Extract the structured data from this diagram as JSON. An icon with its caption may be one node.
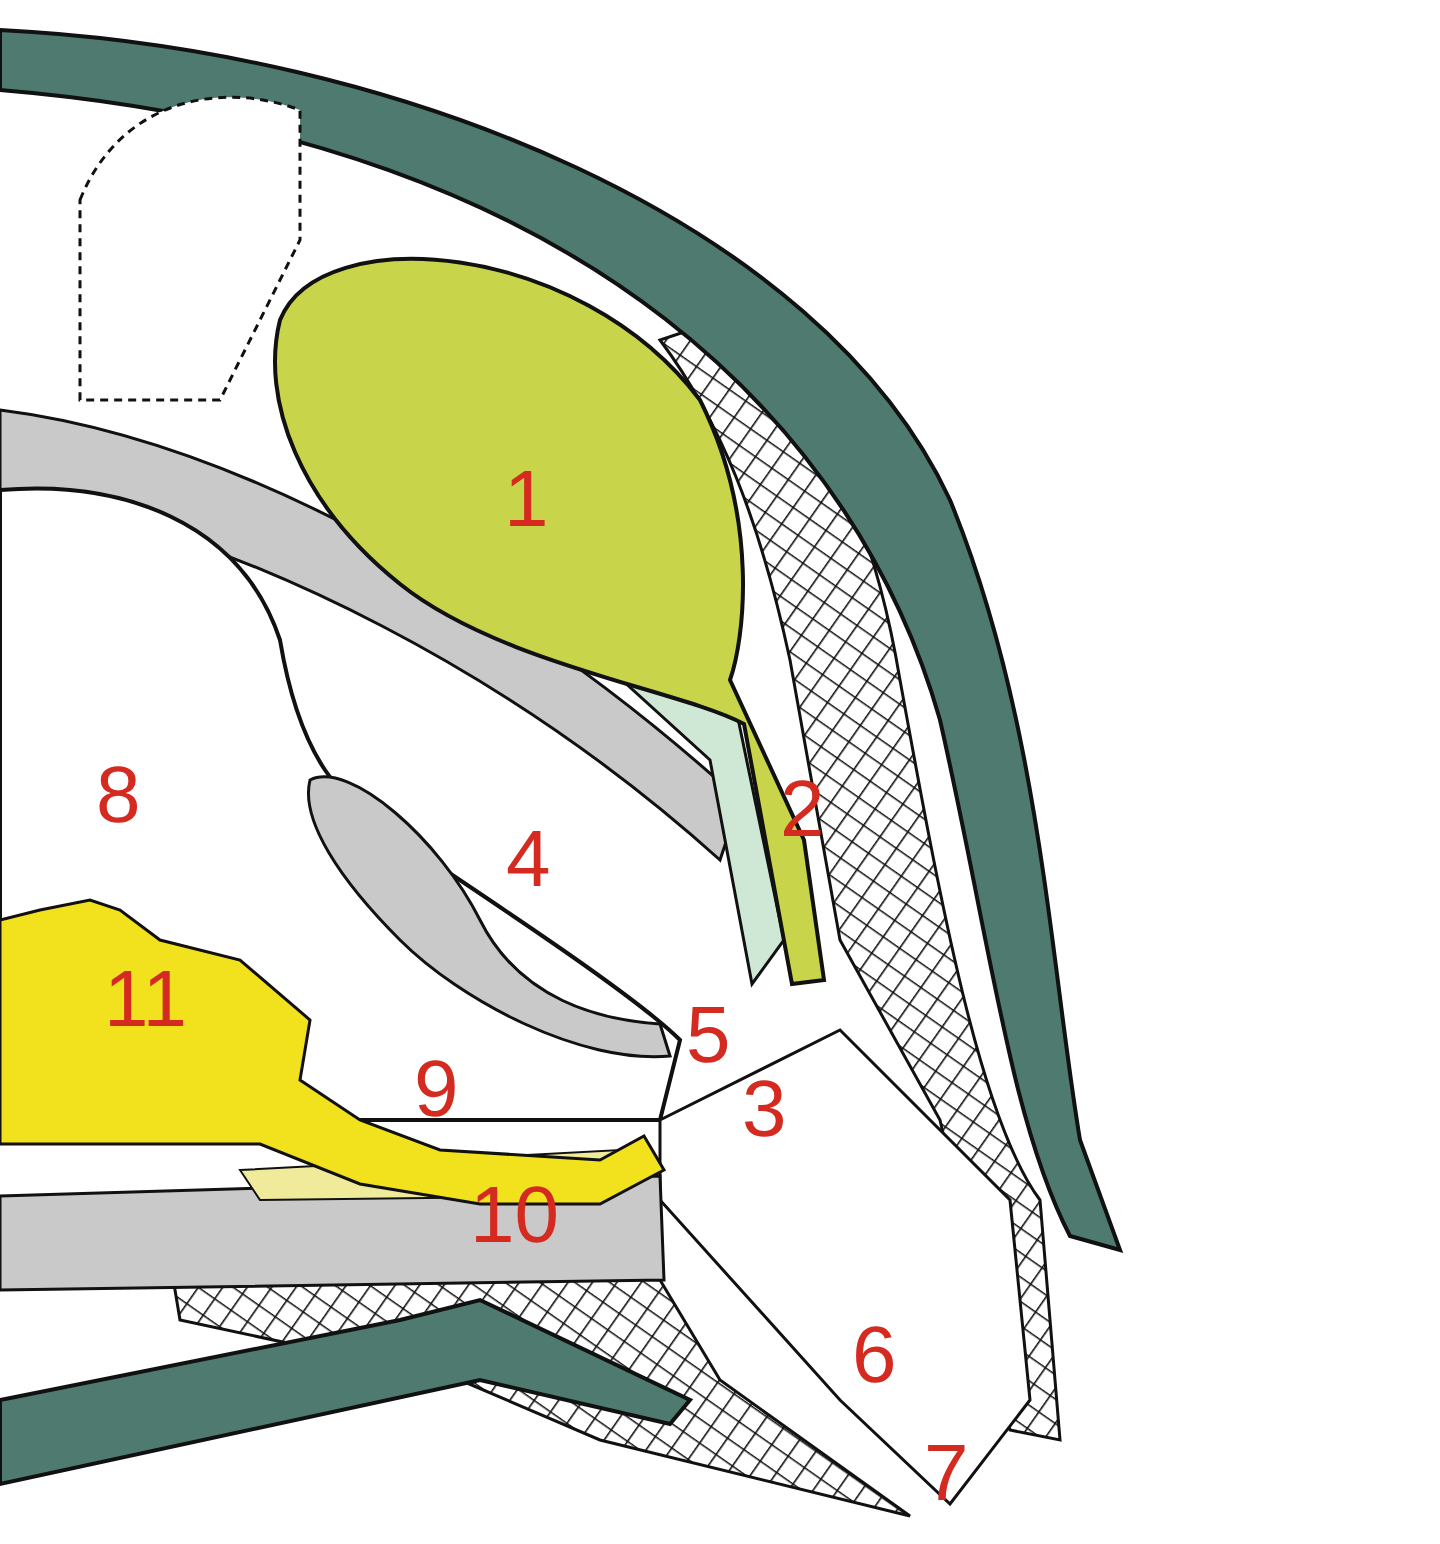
{
  "diagram": {
    "labels": [
      "1",
      "8",
      "2",
      "4",
      "11",
      "5",
      "9",
      "3",
      "10",
      "6",
      "7"
    ]
  }
}
